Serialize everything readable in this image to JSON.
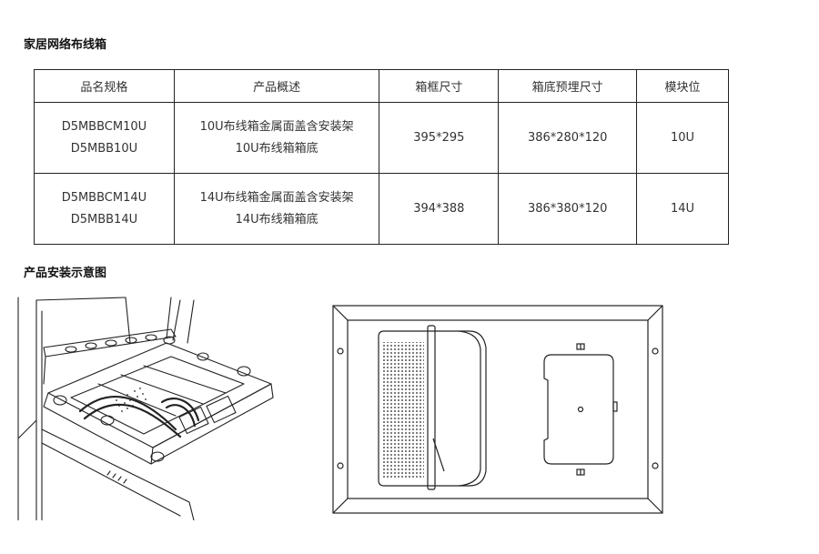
{
  "section1_title": "家居网络布线箱",
  "table": {
    "headers": [
      "品名规格",
      "产品概述",
      "箱框尺寸",
      "箱底预埋尺寸",
      "模块位"
    ],
    "rows": [
      {
        "models": [
          "D5MBBCM10U",
          "D5MBB10U"
        ],
        "desc": [
          "10U布线箱金属面盖含安装架",
          "10U布线箱箱底"
        ],
        "frame": "395*295",
        "base": "386*280*120",
        "slots": "10U"
      },
      {
        "models": [
          "D5MBBCM14U",
          "D5MBB14U"
        ],
        "desc": [
          "14U布线箱金属面盖含安装架",
          "14U布线箱箱底"
        ],
        "frame": "394*388",
        "base": "386*380*120",
        "slots": "14U"
      }
    ]
  },
  "section2_title": "产品安装示意图"
}
